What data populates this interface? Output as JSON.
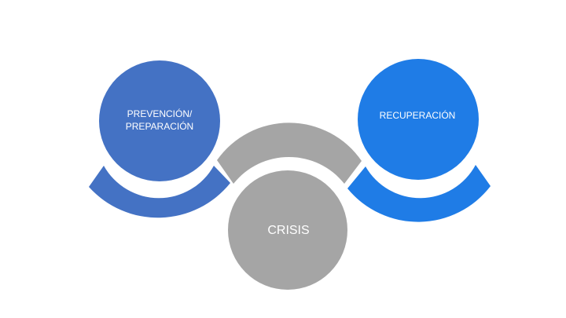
{
  "diagram": {
    "nodes": [
      {
        "id": "prevencion",
        "label_lines": [
          "PREVENCIÓN/",
          "PREPARACIÓN"
        ],
        "color": "#4472C4"
      },
      {
        "id": "recuperacion",
        "label_lines": [
          "RECUPERACIÓN"
        ],
        "color": "#1F7CE6"
      },
      {
        "id": "crisis",
        "label_lines": [
          "CRISIS"
        ],
        "color": "#A5A5A5"
      }
    ],
    "connector_color": "#A5A5A5"
  }
}
